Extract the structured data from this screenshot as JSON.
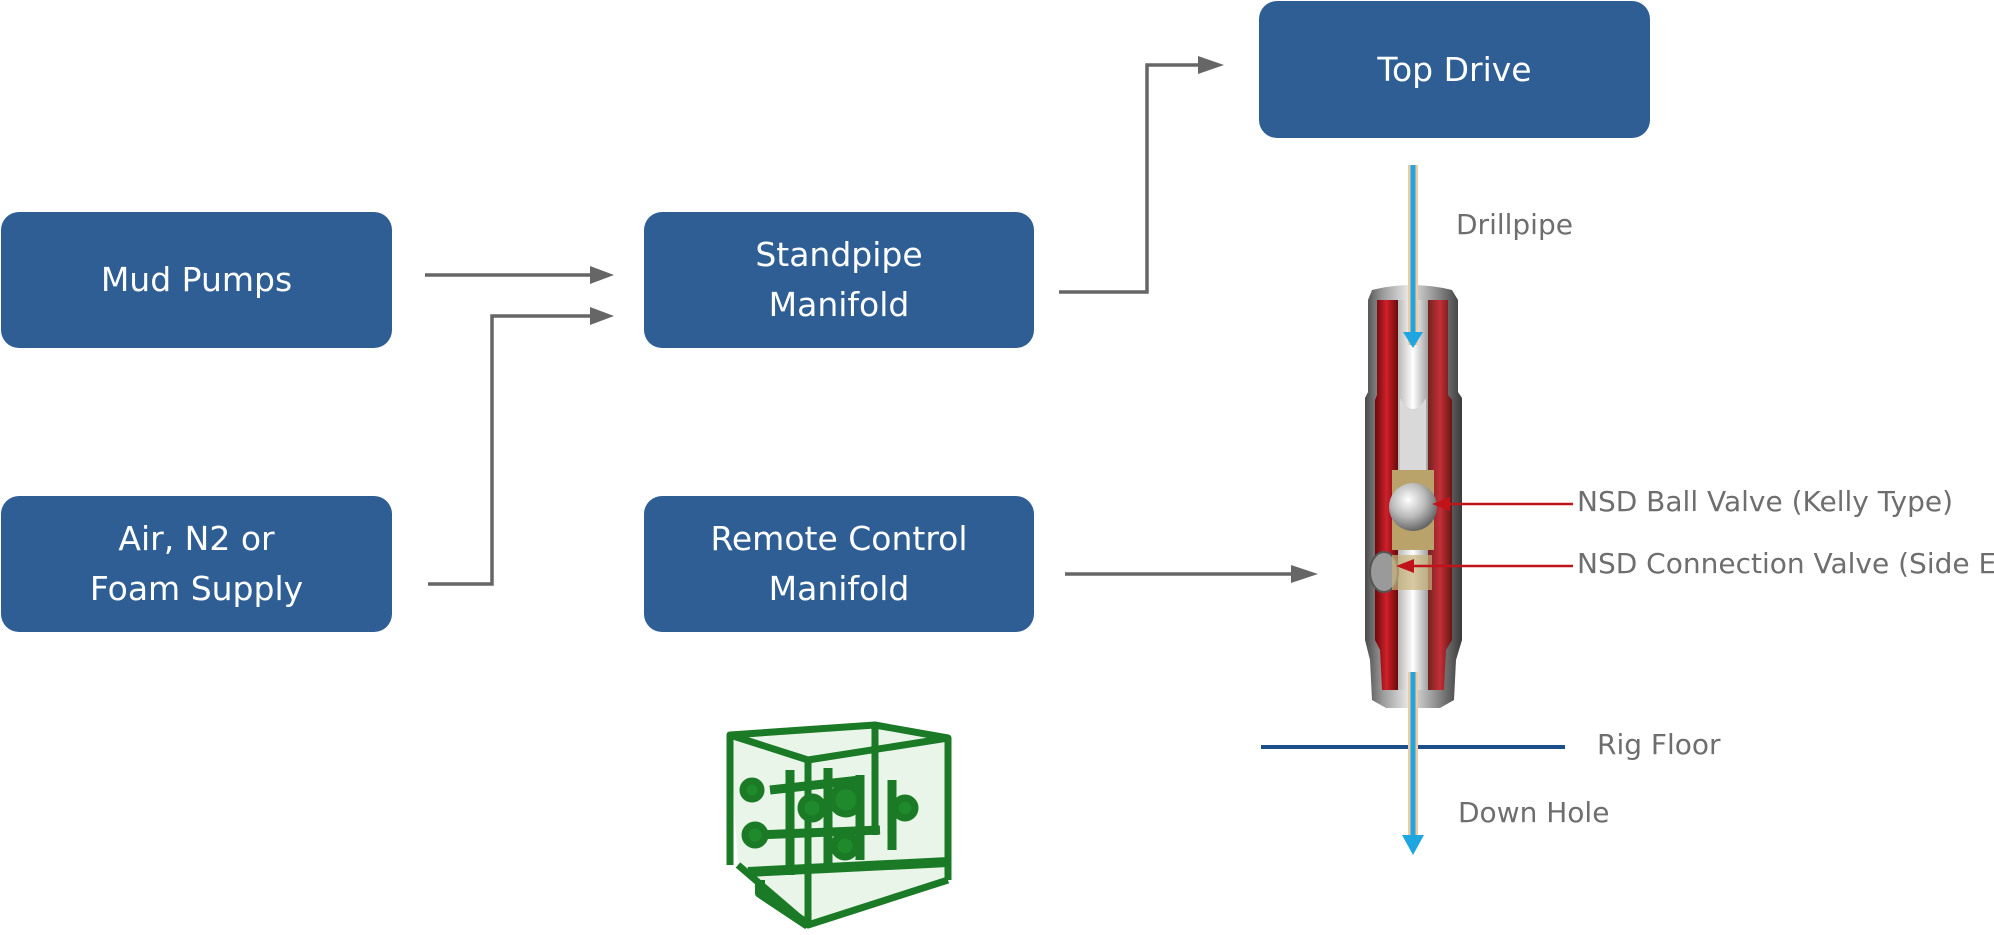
{
  "boxes": {
    "top_drive": "Top Drive",
    "mud_pumps": "Mud Pumps",
    "standpipe_manifold": [
      "Standpipe",
      "Manifold"
    ],
    "air_supply": [
      "Air, N2 or",
      "Foam Supply"
    ],
    "remote_control_manifold": [
      "Remote Control",
      "Manifold"
    ]
  },
  "labels": {
    "drillpipe": "Drillpipe",
    "ball_valve": "NSD Ball Valve (Kelly Type)",
    "connection_valve": "NSD Connection Valve (Side Entry)",
    "rig_floor": "Rig Floor",
    "down_hole": "Down Hole"
  },
  "colors": {
    "box_fill": "#2e5e94",
    "arrow": "#666666",
    "flow": "#1ea6e0",
    "pointer": "#c0141a",
    "rig_floor": "#1b4f8a",
    "manifold_skid": "#1f8a2c"
  },
  "icons": {
    "sub": "drill-sub-cutaway-icon",
    "skid": "manifold-skid-icon"
  }
}
